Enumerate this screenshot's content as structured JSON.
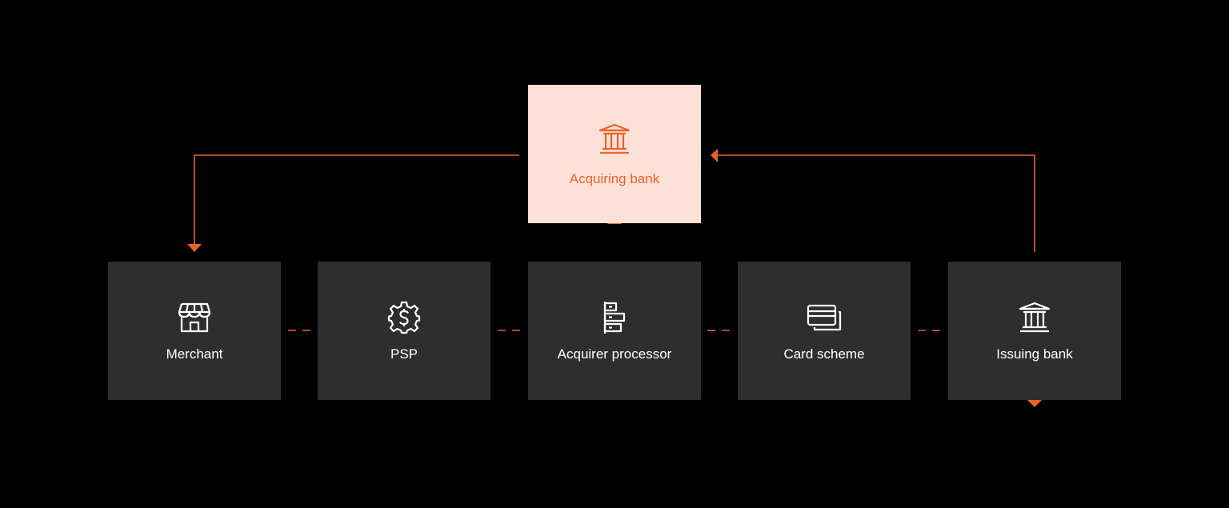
{
  "diagram": {
    "top_node": {
      "label": "Acquiring bank",
      "icon": "bank-icon"
    },
    "chain": [
      {
        "label": "Merchant",
        "icon": "storefront-icon"
      },
      {
        "label": "PSP",
        "icon": "dollar-gear-icon"
      },
      {
        "label": "Acquirer processor",
        "icon": "server-stack-icon"
      },
      {
        "label": "Card scheme",
        "icon": "credit-card-icon"
      },
      {
        "label": "Issuing bank",
        "icon": "bank-icon"
      }
    ],
    "colors": {
      "background": "#000000",
      "node_fill": "#2e2e2e",
      "highlight_fill": "#fde1d6",
      "accent": "#e8632b",
      "text": "#ffffff"
    }
  }
}
